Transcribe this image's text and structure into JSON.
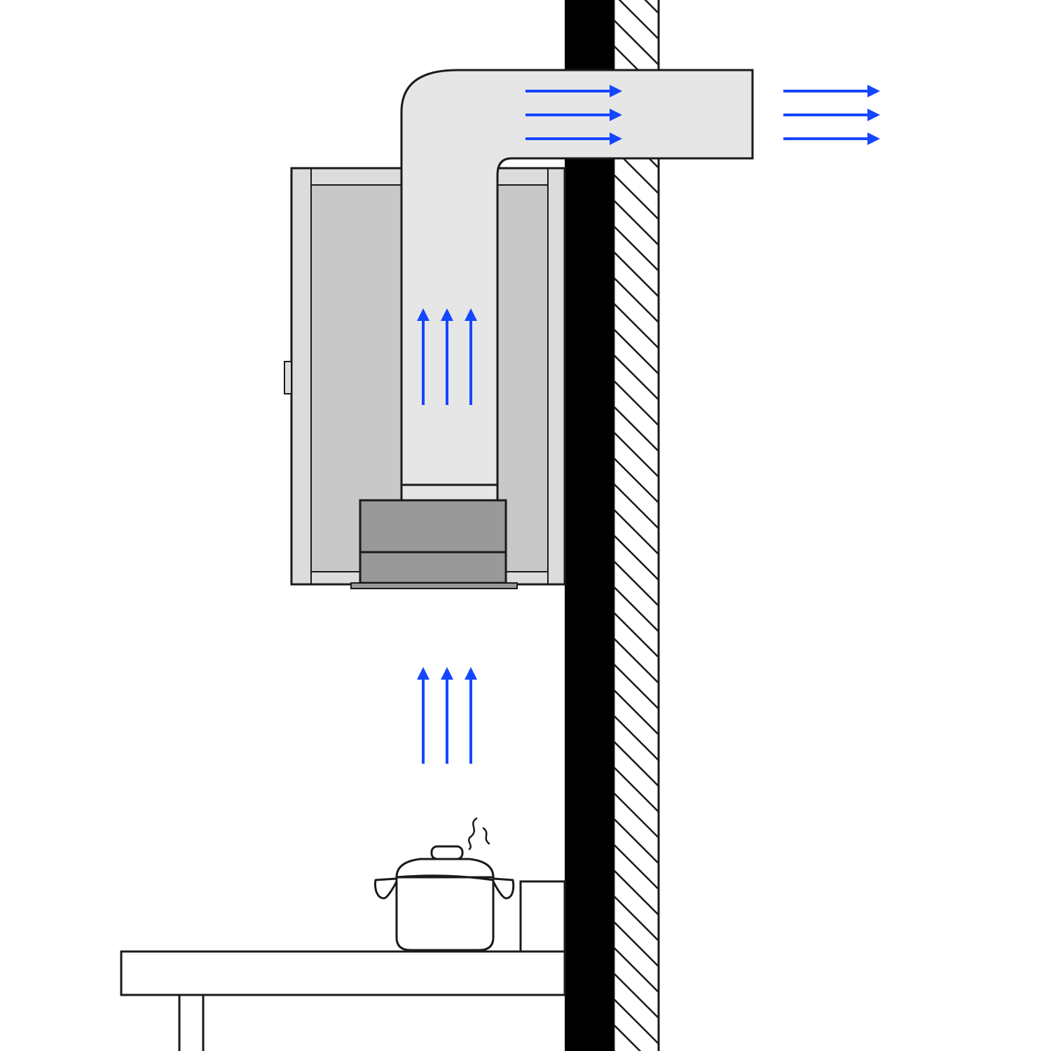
{
  "colors": {
    "background": "#ffffff",
    "outline": "#1a1a1a",
    "wall": "#000000",
    "duct_fill": "#e6e6e6",
    "cabinet_fill": "#c8c8c8",
    "cabinet_frame": "#dcdcdc",
    "fan_unit_fill": "#999999",
    "airflow_arrow": "#1546ff"
  },
  "components": [
    {
      "name": "exhaust-duct",
      "kind": "duct-elbow"
    },
    {
      "name": "wall-cabinet",
      "kind": "cabinet"
    },
    {
      "name": "range-hood-fan-unit",
      "kind": "fan-unit"
    },
    {
      "name": "cooking-pot",
      "kind": "pot-icon"
    },
    {
      "name": "countertop",
      "kind": "counter"
    },
    {
      "name": "exterior-wall",
      "kind": "hatched-wall"
    }
  ],
  "airflow": [
    {
      "name": "rising-steam",
      "direction": "up",
      "count": 3
    },
    {
      "name": "duct-vertical-flow",
      "direction": "up",
      "count": 3
    },
    {
      "name": "duct-horizontal-flow",
      "direction": "right",
      "count": 3
    },
    {
      "name": "exhaust-outlet-flow",
      "direction": "right",
      "count": 3
    }
  ]
}
